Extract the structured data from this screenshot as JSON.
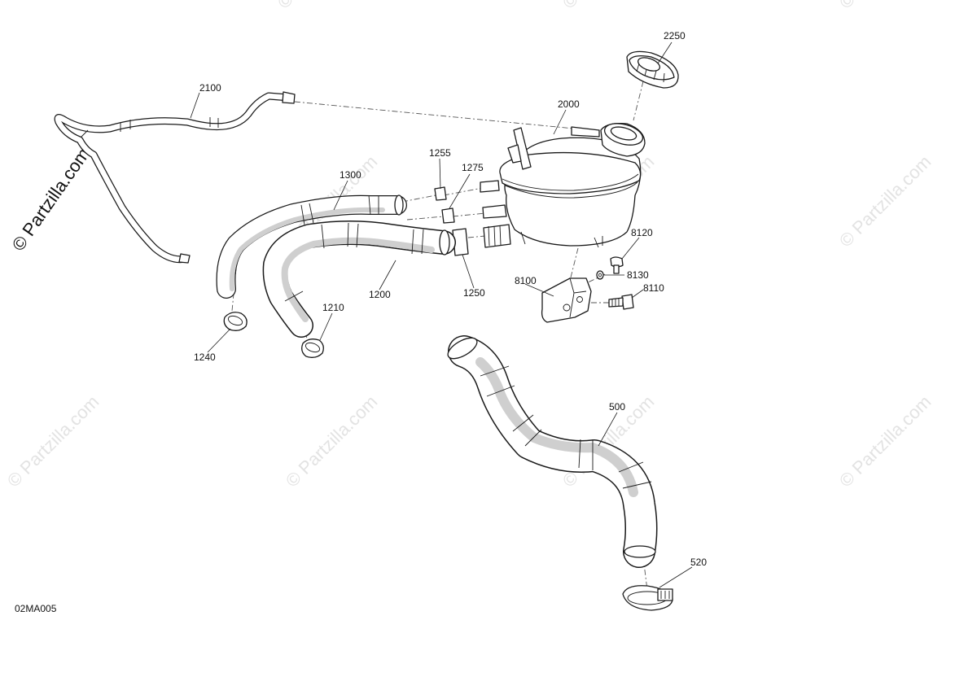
{
  "watermark": {
    "main_text": "© Partzilla.com",
    "tile_text": "© Partzilla.com"
  },
  "figure_id": "02MA005",
  "callouts": {
    "p2250": "2250",
    "p2100": "2100",
    "p2000": "2000",
    "p1255": "1255",
    "p1275": "1275",
    "p1300": "1300",
    "p8120": "8120",
    "p8130": "8130",
    "p8100": "8100",
    "p8110": "8110",
    "p1200": "1200",
    "p1250": "1250",
    "p1210": "1210",
    "p1240": "1240",
    "p500": "500",
    "p520": "520"
  },
  "colors": {
    "line": "#1a1a1a",
    "watermark": "#e3e3e3",
    "background": "#ffffff"
  }
}
